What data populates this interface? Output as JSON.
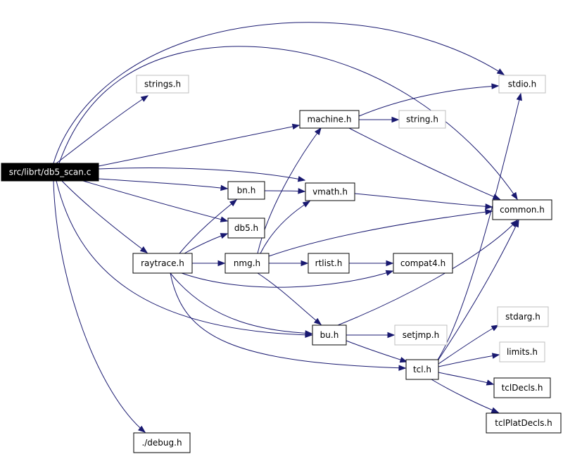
{
  "diagram": {
    "nodes": [
      {
        "id": "db5_scan",
        "label": "src/librt/db5_scan.c",
        "style": "root"
      },
      {
        "id": "strings_h",
        "label": "strings.h",
        "style": "external"
      },
      {
        "id": "stdio_h",
        "label": "stdio.h",
        "style": "external"
      },
      {
        "id": "machine_h",
        "label": "machine.h",
        "style": "normal"
      },
      {
        "id": "string_h",
        "label": "string.h",
        "style": "external"
      },
      {
        "id": "bn_h",
        "label": "bn.h",
        "style": "normal"
      },
      {
        "id": "vmath_h",
        "label": "vmath.h",
        "style": "normal"
      },
      {
        "id": "common_h",
        "label": "common.h",
        "style": "normal"
      },
      {
        "id": "db5_h",
        "label": "db5.h",
        "style": "normal"
      },
      {
        "id": "raytrace_h",
        "label": "raytrace.h",
        "style": "normal"
      },
      {
        "id": "nmg_h",
        "label": "nmg.h",
        "style": "normal"
      },
      {
        "id": "rtlist_h",
        "label": "rtlist.h",
        "style": "normal"
      },
      {
        "id": "compat4_h",
        "label": "compat4.h",
        "style": "normal"
      },
      {
        "id": "stdarg_h",
        "label": "stdarg.h",
        "style": "external"
      },
      {
        "id": "bu_h",
        "label": "bu.h",
        "style": "normal"
      },
      {
        "id": "setjmp_h",
        "label": "setjmp.h",
        "style": "external"
      },
      {
        "id": "limits_h",
        "label": "limits.h",
        "style": "external"
      },
      {
        "id": "tcl_h",
        "label": "tcl.h",
        "style": "normal"
      },
      {
        "id": "tclDecls_h",
        "label": "tclDecls.h",
        "style": "normal"
      },
      {
        "id": "debug_h",
        "label": "./debug.h",
        "style": "normal"
      },
      {
        "id": "tclPlatDecls_h",
        "label": "tclPlatDecls.h",
        "style": "normal"
      }
    ],
    "edges": [
      {
        "from": "db5_scan",
        "to": "strings_h"
      },
      {
        "from": "db5_scan",
        "to": "stdio_h"
      },
      {
        "from": "db5_scan",
        "to": "common_h"
      },
      {
        "from": "db5_scan",
        "to": "machine_h"
      },
      {
        "from": "db5_scan",
        "to": "vmath_h"
      },
      {
        "from": "db5_scan",
        "to": "bn_h"
      },
      {
        "from": "db5_scan",
        "to": "db5_h"
      },
      {
        "from": "db5_scan",
        "to": "raytrace_h"
      },
      {
        "from": "db5_scan",
        "to": "bu_h"
      },
      {
        "from": "db5_scan",
        "to": "debug_h"
      },
      {
        "from": "machine_h",
        "to": "stdio_h"
      },
      {
        "from": "machine_h",
        "to": "string_h"
      },
      {
        "from": "machine_h",
        "to": "common_h"
      },
      {
        "from": "bn_h",
        "to": "vmath_h"
      },
      {
        "from": "vmath_h",
        "to": "common_h"
      },
      {
        "from": "raytrace_h",
        "to": "bn_h"
      },
      {
        "from": "raytrace_h",
        "to": "db5_h"
      },
      {
        "from": "raytrace_h",
        "to": "nmg_h"
      },
      {
        "from": "raytrace_h",
        "to": "compat4_h"
      },
      {
        "from": "raytrace_h",
        "to": "bu_h"
      },
      {
        "from": "raytrace_h",
        "to": "tcl_h"
      },
      {
        "from": "nmg_h",
        "to": "machine_h"
      },
      {
        "from": "nmg_h",
        "to": "vmath_h"
      },
      {
        "from": "nmg_h",
        "to": "common_h"
      },
      {
        "from": "nmg_h",
        "to": "rtlist_h"
      },
      {
        "from": "nmg_h",
        "to": "bu_h"
      },
      {
        "from": "rtlist_h",
        "to": "compat4_h"
      },
      {
        "from": "bu_h",
        "to": "common_h"
      },
      {
        "from": "bu_h",
        "to": "setjmp_h"
      },
      {
        "from": "bu_h",
        "to": "tcl_h"
      },
      {
        "from": "tcl_h",
        "to": "stdio_h"
      },
      {
        "from": "tcl_h",
        "to": "common_h"
      },
      {
        "from": "tcl_h",
        "to": "stdarg_h"
      },
      {
        "from": "tcl_h",
        "to": "limits_h"
      },
      {
        "from": "tcl_h",
        "to": "tclDecls_h"
      },
      {
        "from": "tcl_h",
        "to": "tclPlatDecls_h"
      }
    ],
    "colors": {
      "edge": "#191970",
      "root_fill": "#000000",
      "root_text": "#ffffff",
      "node_border": "#000000",
      "external_border": "#bfbfbf"
    }
  }
}
